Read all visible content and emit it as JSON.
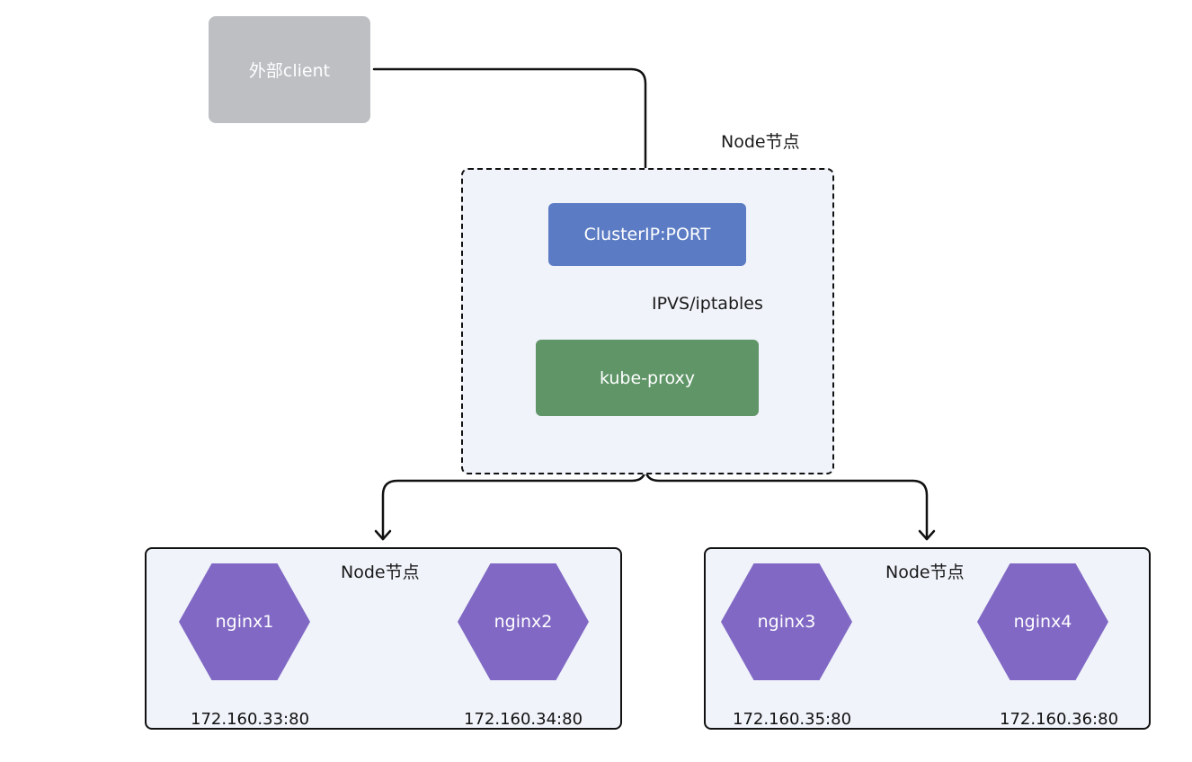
{
  "client": {
    "label": "外部client"
  },
  "node_top": {
    "title": "Node节点",
    "clusterip_label": "ClusterIP:PORT",
    "edge_label": "IPVS/iptables",
    "kubeproxy_label": "kube-proxy"
  },
  "node_left": {
    "title": "Node节点",
    "pods": [
      {
        "name": "nginx1",
        "address": "172.160.33:80"
      },
      {
        "name": "nginx2",
        "address": "172.160.34:80"
      }
    ]
  },
  "node_right": {
    "title": "Node节点",
    "pods": [
      {
        "name": "nginx3",
        "address": "172.160.35:80"
      },
      {
        "name": "nginx4",
        "address": "172.160.36:80"
      }
    ]
  },
  "colors": {
    "client": "#bdbfc3",
    "clusterip": "#5b7cc4",
    "kubeproxy": "#5f9567",
    "pod": "#8068c4",
    "node_fill": "#f0f3fa"
  }
}
